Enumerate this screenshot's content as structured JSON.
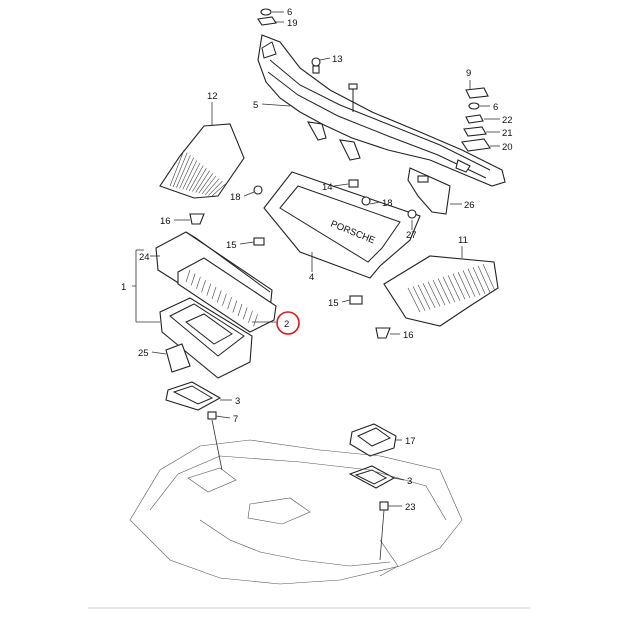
{
  "callouts": {
    "c1": "1",
    "c2": "2",
    "c3a": "3",
    "c3b": "3",
    "c4": "4",
    "c5": "5",
    "c6a": "6",
    "c6b": "6",
    "c7": "7",
    "c11": "11",
    "c12": "12",
    "c13": "13",
    "c14": "14",
    "c15a": "15",
    "c15b": "15",
    "c16a": "16",
    "c16b": "16",
    "c17": "17",
    "c18a": "18",
    "c18b": "18",
    "c19": "19",
    "c20": "20",
    "c21": "21",
    "c22": "22",
    "c23": "23",
    "c24": "24",
    "c25": "25",
    "c26": "26",
    "c27": "27"
  },
  "logo": "PORSCHE",
  "colors": {
    "highlight_ring": "#d11a1a",
    "line": "#222222"
  }
}
